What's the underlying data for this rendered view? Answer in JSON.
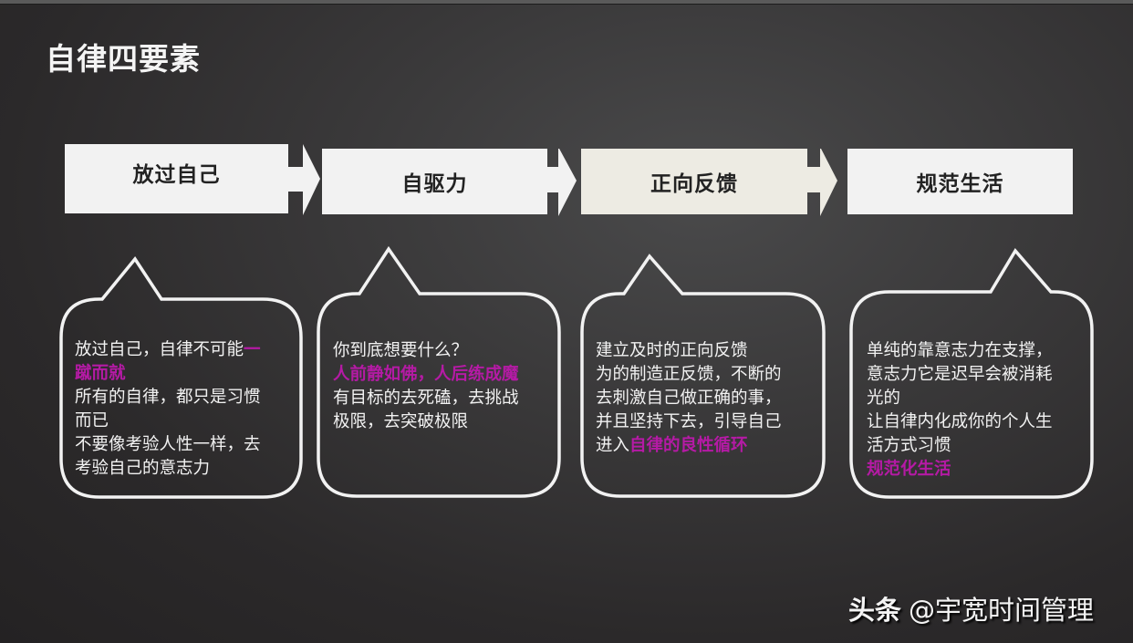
{
  "title": "自律四要素",
  "colors": {
    "step_box": "#f2f2f2",
    "step_box_active": "#edebe3",
    "highlight": "#b51aa5",
    "bubble_stroke": "#f2f2f2"
  },
  "steps": [
    {
      "label": "放过自己"
    },
    {
      "label": "自驱力"
    },
    {
      "label": "正向反馈"
    },
    {
      "label": "规范生活"
    }
  ],
  "bubbles": [
    {
      "lines": [
        {
          "parts": [
            {
              "text": "放过自己，自律不可能",
              "hl": false
            },
            {
              "text": "一",
              "hl": true
            }
          ]
        },
        {
          "parts": [
            {
              "text": "蹴而就",
              "hl": true
            }
          ]
        },
        {
          "parts": [
            {
              "text": "所有的自律，都只是习惯",
              "hl": false
            }
          ]
        },
        {
          "parts": [
            {
              "text": "而已",
              "hl": false
            }
          ]
        },
        {
          "parts": [
            {
              "text": "不要像考验人性一样，去",
              "hl": false
            }
          ]
        },
        {
          "parts": [
            {
              "text": "考验自己的意志力",
              "hl": false
            }
          ]
        }
      ]
    },
    {
      "lines": [
        {
          "parts": [
            {
              "text": "你到底想要什么？",
              "hl": false
            }
          ]
        },
        {
          "parts": [
            {
              "text": "人前静如佛，人后练成魔",
              "hl": true
            }
          ]
        },
        {
          "parts": [
            {
              "text": "有目标的去死磕，去挑战",
              "hl": false
            }
          ]
        },
        {
          "parts": [
            {
              "text": "极限，去突破极限",
              "hl": false
            }
          ]
        }
      ]
    },
    {
      "lines": [
        {
          "parts": [
            {
              "text": "建立及时的正向反馈",
              "hl": false
            }
          ]
        },
        {
          "parts": [
            {
              "text": "为的制造正反馈，不断的",
              "hl": false
            }
          ]
        },
        {
          "parts": [
            {
              "text": "去刺激自己做正确的事，",
              "hl": false
            }
          ]
        },
        {
          "parts": [
            {
              "text": "并且坚持下去，引导自己",
              "hl": false
            }
          ]
        },
        {
          "parts": [
            {
              "text": "进入",
              "hl": false
            },
            {
              "text": "自律的良性循环",
              "hl": true
            }
          ]
        }
      ]
    },
    {
      "lines": [
        {
          "parts": [
            {
              "text": "单纯的靠意志力在支撑，",
              "hl": false
            }
          ]
        },
        {
          "parts": [
            {
              "text": "意志力它是迟早会被消耗",
              "hl": false
            }
          ]
        },
        {
          "parts": [
            {
              "text": "光的",
              "hl": false
            }
          ]
        },
        {
          "parts": [
            {
              "text": "让自律内化成你的个人生",
              "hl": false
            }
          ]
        },
        {
          "parts": [
            {
              "text": "活方式习惯",
              "hl": false
            }
          ]
        },
        {
          "parts": [
            {
              "text": "规范化生活",
              "hl": true
            }
          ]
        }
      ]
    }
  ],
  "footer": {
    "brand": "头条",
    "handle": "@宇宽时间管理"
  }
}
